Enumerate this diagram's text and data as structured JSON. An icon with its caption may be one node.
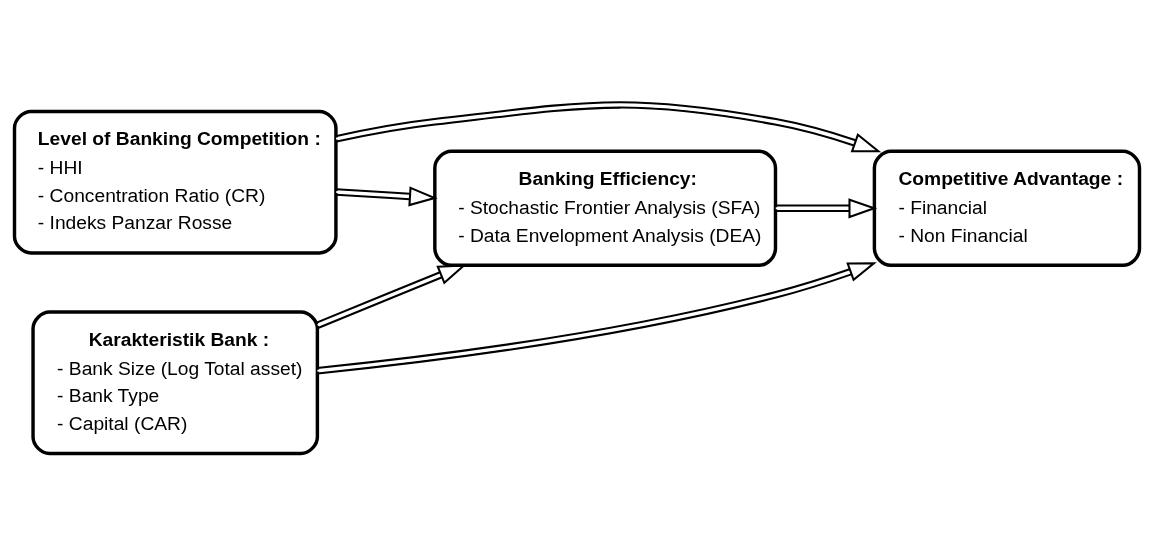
{
  "diagram": {
    "nodes": [
      {
        "text": [
          "Level of Banking Competition :",
          "- HHI",
          "- Concentration Ratio (CR)",
          "- Indeks Panzar Rosse"
        ]
      },
      {
        "text": [
          "Karakteristik Bank :",
          "- Bank Size (Log Total asset)",
          "- Bank Type",
          "- Capital (CAR)"
        ]
      },
      {
        "text": [
          "Banking Efficiency:",
          "- Stochastic Frontier Analysis (SFA)",
          "- Data Envelopment Analysis (DEA)"
        ]
      },
      {
        "text": [
          "Competitive Advantage :",
          "- Financial",
          "- Non Financial"
        ]
      }
    ],
    "edges": [
      {
        "from": 0,
        "to": 2,
        "arrow": "to"
      },
      {
        "from": 1,
        "to": 2,
        "arrow": "to"
      },
      {
        "from": 2,
        "to": 3,
        "arrow": "to"
      },
      {
        "from": 0,
        "to": 3,
        "arrow": "to"
      },
      {
        "from": 1,
        "to": 3,
        "arrow": "to"
      }
    ]
  }
}
